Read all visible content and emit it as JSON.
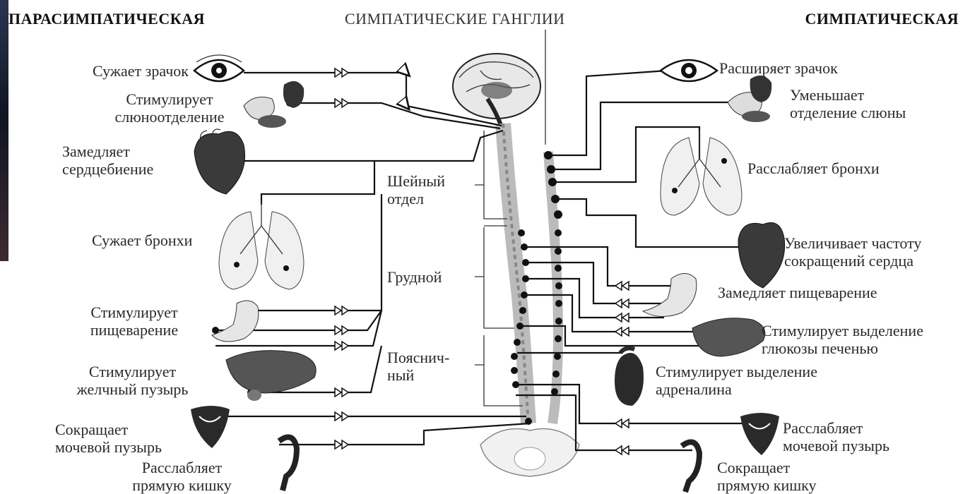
{
  "headers": {
    "parasympathetic": "ПАРАСИМПАТИЧЕСКАЯ",
    "ganglia": "СИМПАТИЧЕСКИЕ ГАНГЛИИ",
    "sympathetic": "СИМПАТИЧЕСКАЯ"
  },
  "spine_sections": {
    "cervical": "Шейный\nотдел",
    "thoracic": "Грудной",
    "lumbar": "Пояснич-\nный"
  },
  "left_effects": [
    "Сужает зрачок",
    "Стимулирует\nслюноотделение",
    "Замедляет\nсердцебиение",
    "Сужает бронхи",
    "Стимулирует\nпищеварение",
    "Стимулирует\nжелчный пузырь",
    "Сокращает\nмочевой пузырь",
    "Расслабляет\nпрямую кишку"
  ],
  "right_effects": [
    "Расширяет зрачок",
    "Уменьшает\nотделение слюны",
    "Расслабляет бронхи",
    "Увеличивает частоту\nсокращений сердца",
    "Замедляет пищеварение",
    "Стимулирует выделение\nглюкозы печенью",
    "Стимулирует выделение\nадреналина",
    "Расслабляет\nмочевой пузырь",
    "Сокращает\nпрямую кишку"
  ],
  "organ_icons": {
    "left": [
      "eye-icon",
      "salivary-gland-icon",
      "heart-icon",
      "lungs-icon",
      "stomach-icon",
      "liver-gallbladder-icon",
      "bladder-icon",
      "rectum-icon"
    ],
    "right": [
      "eye-icon",
      "salivary-gland-icon",
      "lungs-icon",
      "heart-icon",
      "stomach-icon",
      "liver-icon",
      "adrenal-kidney-icon",
      "bladder-icon",
      "rectum-icon"
    ],
    "center": [
      "brain-icon",
      "spinal-cord-icon",
      "sympathetic-chain-icon",
      "pelvis-icon"
    ]
  }
}
